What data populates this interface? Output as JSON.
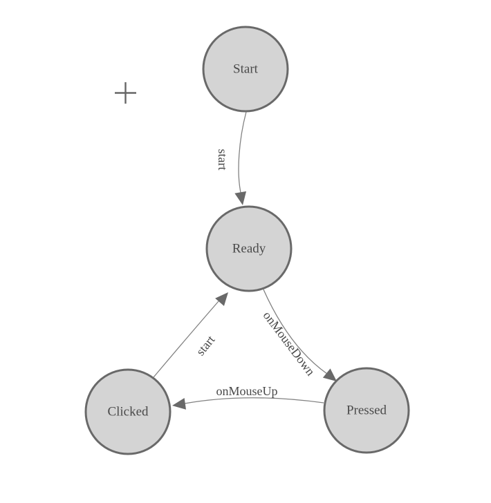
{
  "diagram": {
    "type": "state-machine",
    "colors": {
      "background": "#ffffff",
      "node_fill": "#d4d4d4",
      "node_stroke": "#696969",
      "edge_stroke": "#818181",
      "arrow_fill": "#696969",
      "label_text": "#4a4a4a",
      "marker": "#666666"
    },
    "nodes": [
      {
        "id": "start",
        "label": "Start"
      },
      {
        "id": "ready",
        "label": "Ready"
      },
      {
        "id": "clicked",
        "label": "Clicked"
      },
      {
        "id": "pressed",
        "label": "Pressed"
      }
    ],
    "edges": [
      {
        "from": "start",
        "to": "ready",
        "label": "start"
      },
      {
        "from": "clicked",
        "to": "ready",
        "label": "start"
      },
      {
        "from": "ready",
        "to": "pressed",
        "label": "onMouseDown"
      },
      {
        "from": "pressed",
        "to": "clicked",
        "label": "onMouseUp"
      }
    ],
    "icons": {
      "arrowhead": "filled-triangle",
      "marker": "plus-crosshair"
    }
  }
}
